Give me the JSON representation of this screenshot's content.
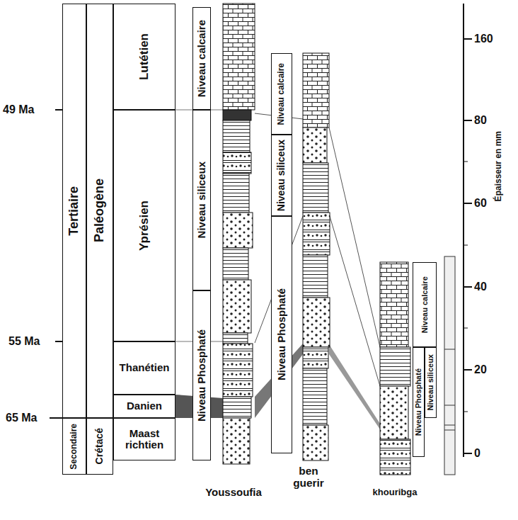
{
  "diagram": {
    "nodes": [
      {
        "text": [
          "Tertiaire"
        ]
      },
      {
        "text": [
          "Secondaire"
        ]
      },
      {
        "text": [
          "Paléogène"
        ]
      },
      {
        "text": [
          "Crétacé"
        ]
      },
      {
        "text": [
          "Lutétien"
        ]
      },
      {
        "text": [
          "Yprésien"
        ]
      },
      {
        "text": [
          "Thanétien"
        ]
      },
      {
        "text": [
          "Danien"
        ]
      },
      {
        "text": [
          "Maast richtien"
        ]
      },
      {
        "text": [
          "Niveau calcaire"
        ]
      },
      {
        "text": [
          "Niveau siliceux"
        ]
      },
      {
        "text": [
          "Niveau Phosphaté"
        ]
      },
      {
        "text": [
          "Niveau calcaire"
        ]
      },
      {
        "text": [
          "Niveau siliceux"
        ]
      },
      {
        "text": [
          "Niveau Phosphaté"
        ]
      },
      {
        "text": [
          "Niveau calcaire"
        ]
      },
      {
        "text": [
          "Niveau siliceux"
        ]
      },
      {
        "text": [
          "Niveau Phosphaté"
        ]
      }
    ],
    "labels": [
      "49 Ma",
      "55 Ma",
      "65 Ma",
      "160",
      "80",
      "60",
      "40",
      "20",
      "0",
      "Épaisseur en mm",
      "Youssoufia",
      "ben guerir",
      "khouribga"
    ]
  }
}
